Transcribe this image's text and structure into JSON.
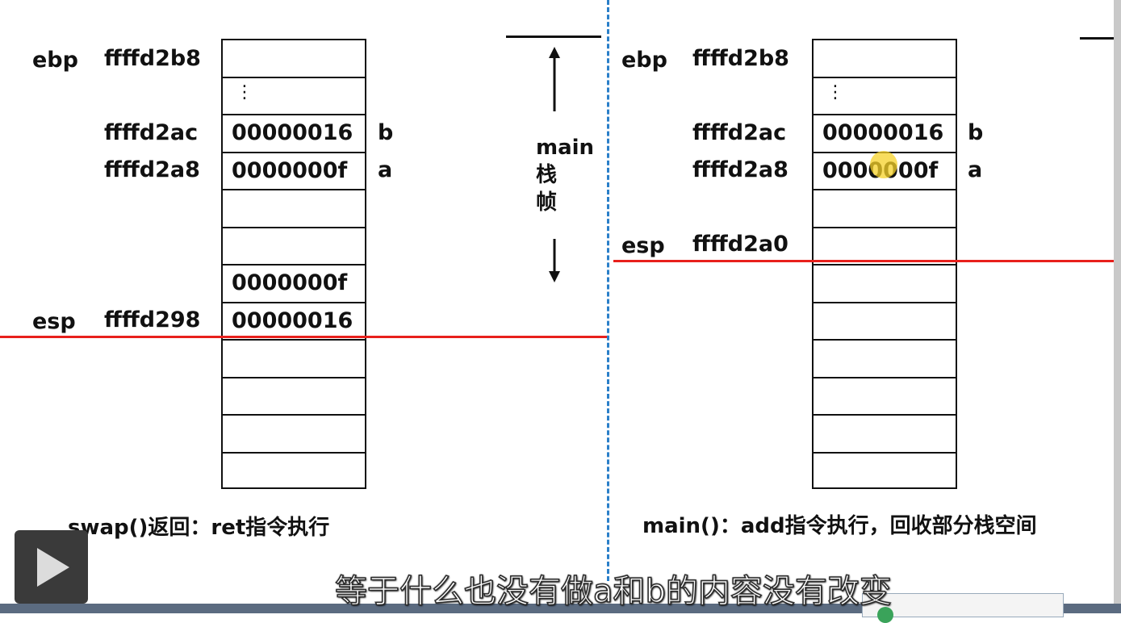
{
  "left": {
    "ebp_label": "ebp",
    "ebp_addr": "ffffd2b8",
    "rows": [
      {
        "addr": "ffffd2ac",
        "value": "00000016",
        "var": "b"
      },
      {
        "addr": "ffffd2a8",
        "value": "0000000f",
        "var": "a"
      }
    ],
    "dots": "⋮",
    "pushed": [
      "0000000f",
      "00000016"
    ],
    "esp_label": "esp",
    "esp_addr": "ffffd298",
    "caption": "swap()返回：ret指令执行"
  },
  "middle": {
    "frame_label_line1": "main",
    "frame_label_line2": "栈",
    "frame_label_line3": "帧",
    "arrow_up": "↑",
    "arrow_down": "↓"
  },
  "right": {
    "ebp_label": "ebp",
    "ebp_addr": "ffffd2b8",
    "rows": [
      {
        "addr": "ffffd2ac",
        "value": "00000016",
        "var": "b"
      },
      {
        "addr": "ffffd2a8",
        "value": "0000000f",
        "var": "a"
      }
    ],
    "dots": "⋮",
    "esp_label": "esp",
    "esp_addr": "ffffd2a0",
    "caption": "main()：add指令执行，回收部分栈空间"
  },
  "subtitle": "等于什么也没有做a和b的内容没有改变",
  "colors": {
    "esp_line": "#e8201c",
    "divider": "#2a7fc9",
    "text": "#111111"
  },
  "icons": {
    "play": "play-icon"
  }
}
